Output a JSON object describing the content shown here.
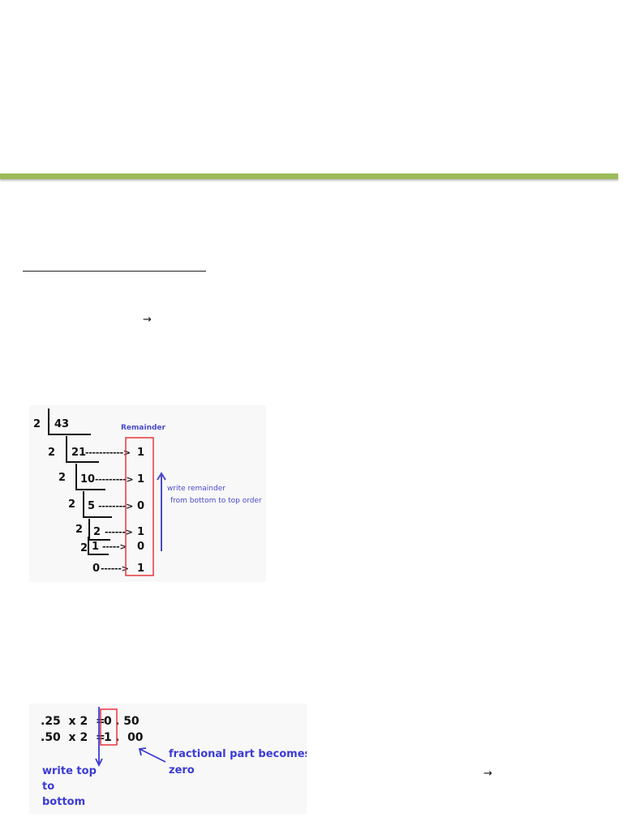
{
  "arrow_glyph": "→",
  "division_figure": {
    "header": "Remainder",
    "rows": [
      {
        "divisor": "2",
        "dividend": "43"
      },
      {
        "divisor": "2",
        "dividend": "21",
        "remainder": "1"
      },
      {
        "divisor": "2",
        "dividend": "10",
        "remainder": "1"
      },
      {
        "divisor": "2",
        "dividend": "5",
        "remainder": "0"
      },
      {
        "divisor": "2",
        "dividend": "2",
        "remainder": "1"
      },
      {
        "divisor": "2",
        "dividend": "1",
        "remainder": "0"
      },
      {
        "dividend": "0",
        "remainder": "1"
      }
    ],
    "dashes": [
      "----------->",
      "--------->",
      "-------->",
      "------>",
      "----->",
      "------>"
    ],
    "note_line1": "write remainder",
    "note_line2": "from bottom to top order",
    "accent_color": "#4a4acb",
    "box_color": "#e8363b"
  },
  "fraction_figure": {
    "rows": [
      {
        "left": ".25  x 2  =",
        "digit": "0",
        "right": ". 50"
      },
      {
        "left": ".50  x 2  =",
        "digit": "1",
        "right": ".  00"
      }
    ],
    "note_right_line1": "fractional part becomes",
    "note_right_line2": "zero",
    "note_left_line1": "write top",
    "note_left_line2": "to",
    "note_left_line3": "bottom",
    "accent_color": "#3b3bd6",
    "box_color": "#e8363b"
  }
}
